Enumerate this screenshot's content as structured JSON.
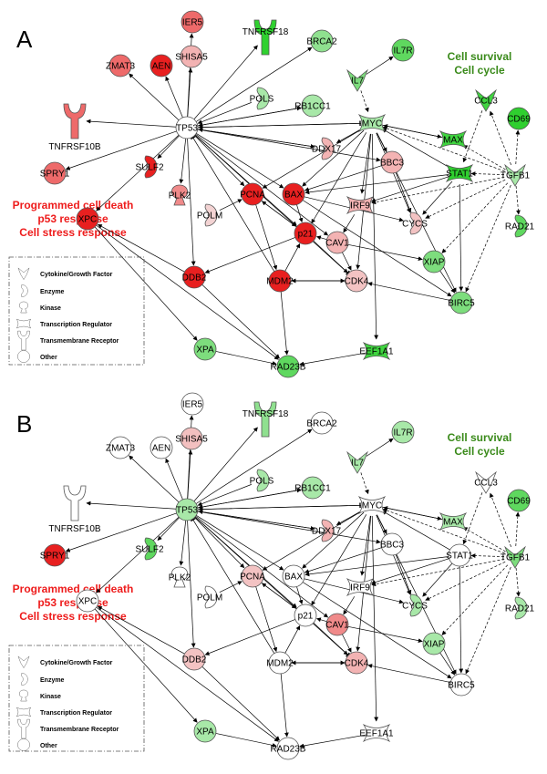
{
  "panels": [
    {
      "letter": "A",
      "titles": {
        "survival": [
          "Cell survival",
          "Cell cycle"
        ],
        "death": [
          "Programmed cell death",
          "p53 response",
          "Cell stress response"
        ]
      },
      "legend": [
        "Cytokine/Growth Factor",
        "Enzyme",
        "Kinase",
        "Transcription Regulator",
        "Transmembrane Receptor",
        "Other"
      ],
      "nodes": [
        {
          "id": "IER5",
          "label": "IER5",
          "shape": "circle",
          "color": "#ee6a6a"
        },
        {
          "id": "SHISA5",
          "label": "SHISA5",
          "shape": "circle",
          "color": "#f3b3b3"
        },
        {
          "id": "TNFRSF18",
          "label": "TNFRSF18",
          "shape": "receptor",
          "color": "#2fd12f"
        },
        {
          "id": "BRCA2",
          "label": "BRCA2",
          "shape": "circle",
          "color": "#8fe08f"
        },
        {
          "id": "IL7R",
          "label": "IL7R",
          "shape": "circle",
          "color": "#5fd85f"
        },
        {
          "id": "ZMAT3",
          "label": "ZMAT3",
          "shape": "circle",
          "color": "#ee6a6a"
        },
        {
          "id": "AEN",
          "label": "AEN",
          "shape": "circle",
          "color": "#e82020"
        },
        {
          "id": "IL7",
          "label": "IL7",
          "shape": "cytokine",
          "color": "#7ddd7d"
        },
        {
          "id": "POLS",
          "label": "POLS",
          "shape": "enzyme",
          "color": "#a8e8a8"
        },
        {
          "id": "RB1CC1",
          "label": "RB1CC1",
          "shape": "circle",
          "color": "#a8e8a8"
        },
        {
          "id": "CCL3",
          "label": "CCL3",
          "shape": "cytokine",
          "color": "#3fd43f"
        },
        {
          "id": "CD69",
          "label": "CD69",
          "shape": "circle",
          "color": "#2fcf2f"
        },
        {
          "id": "TNFRSF10B",
          "label": "TNFRSF10B",
          "shape": "receptor",
          "color": "#ee6a6a"
        },
        {
          "id": "TP53",
          "label": "TP53",
          "shape": "circle",
          "color": "#ffffff"
        },
        {
          "id": "MYC",
          "label": "MYC",
          "shape": "tr",
          "color": "#a8e8a8"
        },
        {
          "id": "DDX17",
          "label": "DDX17",
          "shape": "enzyme",
          "color": "#f3b3b3"
        },
        {
          "id": "MAX",
          "label": "MAX",
          "shape": "tr",
          "color": "#3fd43f"
        },
        {
          "id": "SPRY1",
          "label": "SPRY1",
          "shape": "circle",
          "color": "#ee6a6a"
        },
        {
          "id": "SULF2",
          "label": "SULF2",
          "shape": "enzyme",
          "color": "#e82020"
        },
        {
          "id": "BBC3",
          "label": "BBC3",
          "shape": "circle",
          "color": "#f3b3b3"
        },
        {
          "id": "STAT1",
          "label": "STAT1",
          "shape": "tr",
          "color": "#2fcf2f"
        },
        {
          "id": "TGFB1",
          "label": "TGFB1",
          "shape": "cytokine",
          "color": "#a8e8a8"
        },
        {
          "id": "PLK2",
          "label": "PLK2",
          "shape": "kinase",
          "color": "#f08a8a"
        },
        {
          "id": "PCNA",
          "label": "PCNA",
          "shape": "circle",
          "color": "#e82020"
        },
        {
          "id": "BAX",
          "label": "BAX",
          "shape": "circle",
          "color": "#e82020"
        },
        {
          "id": "IRF9",
          "label": "IRF9",
          "shape": "tr",
          "color": "#f3b3b3"
        },
        {
          "id": "CYCS",
          "label": "CYCS",
          "shape": "enzyme",
          "color": "#f3c3c3"
        },
        {
          "id": "XPC",
          "label": "XPC",
          "shape": "circle",
          "color": "#e82020"
        },
        {
          "id": "POLM",
          "label": "POLM",
          "shape": "enzyme",
          "color": "#f3d3d3"
        },
        {
          "id": "p21",
          "label": "p21",
          "shape": "circle",
          "color": "#e82020"
        },
        {
          "id": "CAV1",
          "label": "CAV1",
          "shape": "circle",
          "color": "#f3b3b3"
        },
        {
          "id": "RAD21",
          "label": "RAD21",
          "shape": "enzyme",
          "color": "#5fd85f"
        },
        {
          "id": "XIAP",
          "label": "XIAP",
          "shape": "circle",
          "color": "#7ddd7d"
        },
        {
          "id": "DDB2",
          "label": "DDB2",
          "shape": "circle",
          "color": "#e82020"
        },
        {
          "id": "MDM2",
          "label": "MDM2",
          "shape": "circle",
          "color": "#e82020"
        },
        {
          "id": "CDK4",
          "label": "CDK4",
          "shape": "circle",
          "color": "#f3c3c3"
        },
        {
          "id": "BIRC5",
          "label": "BIRC5",
          "shape": "circle",
          "color": "#7ddd7d"
        },
        {
          "id": "XPA",
          "label": "XPA",
          "shape": "circle",
          "color": "#7ddd7d"
        },
        {
          "id": "EEF1A1",
          "label": "EEF1A1",
          "shape": "tr",
          "color": "#3fd43f"
        },
        {
          "id": "RAD23B",
          "label": "RAD23B",
          "shape": "circle",
          "color": "#5fd85f"
        }
      ]
    },
    {
      "letter": "B",
      "titles": {
        "survival": [
          "Cell survival",
          "Cell cycle"
        ],
        "death": [
          "Programmed cell death",
          "p53 response",
          "Cell stress response"
        ]
      },
      "legend": [
        "Cytokine/Growth Factor",
        "Enzyme",
        "Kinase",
        "Transcription Regulator",
        "Transmembrane Receptor",
        "Other"
      ],
      "nodes": [
        {
          "id": "IER5",
          "label": "IER5",
          "shape": "circle",
          "color": "#ffffff"
        },
        {
          "id": "SHISA5",
          "label": "SHISA5",
          "shape": "circle",
          "color": "#f3c0c0"
        },
        {
          "id": "TNFRSF18",
          "label": "TNFRSF18",
          "shape": "receptor",
          "color": "#8fe08f"
        },
        {
          "id": "BRCA2",
          "label": "BRCA2",
          "shape": "circle",
          "color": "#ffffff"
        },
        {
          "id": "IL7R",
          "label": "IL7R",
          "shape": "circle",
          "color": "#a8e8a8"
        },
        {
          "id": "ZMAT3",
          "label": "ZMAT3",
          "shape": "circle",
          "color": "#ffffff"
        },
        {
          "id": "AEN",
          "label": "AEN",
          "shape": "circle",
          "color": "#ffffff"
        },
        {
          "id": "IL7",
          "label": "IL7",
          "shape": "cytokine",
          "color": "#a8e8a8"
        },
        {
          "id": "POLS",
          "label": "POLS",
          "shape": "enzyme",
          "color": "#a8e8a8"
        },
        {
          "id": "RB1CC1",
          "label": "RB1CC1",
          "shape": "circle",
          "color": "#a8e8a8"
        },
        {
          "id": "CCL3",
          "label": "CCL3",
          "shape": "cytokine",
          "color": "#ffffff"
        },
        {
          "id": "CD69",
          "label": "CD69",
          "shape": "circle",
          "color": "#5fd85f"
        },
        {
          "id": "TNFRSF10B",
          "label": "TNFRSF10B",
          "shape": "receptor",
          "color": "#ffffff"
        },
        {
          "id": "TP53",
          "label": "TP53",
          "shape": "circle",
          "color": "#a8e8a8"
        },
        {
          "id": "MYC",
          "label": "MYC",
          "shape": "tr",
          "color": "#ffffff"
        },
        {
          "id": "DDX17",
          "label": "DDX17",
          "shape": "enzyme",
          "color": "#f3b3b3"
        },
        {
          "id": "MAX",
          "label": "MAX",
          "shape": "tr",
          "color": "#a8e8a8"
        },
        {
          "id": "SPRY1",
          "label": "SPRY1",
          "shape": "circle",
          "color": "#e82020"
        },
        {
          "id": "SULF2",
          "label": "SULF2",
          "shape": "enzyme",
          "color": "#5fd85f"
        },
        {
          "id": "BBC3",
          "label": "BBC3",
          "shape": "circle",
          "color": "#ffffff"
        },
        {
          "id": "STAT1",
          "label": "STAT1",
          "shape": "circle",
          "color": "#ffffff"
        },
        {
          "id": "TGFB1",
          "label": "TGFB1",
          "shape": "cytokine",
          "color": "#7ddd7d"
        },
        {
          "id": "PLK2",
          "label": "PLK2",
          "shape": "kinase",
          "color": "#ffffff"
        },
        {
          "id": "PCNA",
          "label": "PCNA",
          "shape": "circle",
          "color": "#f3c3c3"
        },
        {
          "id": "BAX",
          "label": "BAX",
          "shape": "circle",
          "color": "#ffffff"
        },
        {
          "id": "IRF9",
          "label": "IRF9",
          "shape": "tr",
          "color": "#ffffff"
        },
        {
          "id": "CYCS",
          "label": "CYCS",
          "shape": "enzyme",
          "color": "#a8e8a8"
        },
        {
          "id": "XPC",
          "label": "XPC",
          "shape": "circle",
          "color": "#ffffff"
        },
        {
          "id": "POLM",
          "label": "POLM",
          "shape": "enzyme",
          "color": "#ffffff"
        },
        {
          "id": "p21",
          "label": "p21",
          "shape": "circle",
          "color": "#ffffff"
        },
        {
          "id": "CAV1",
          "label": "CAV1",
          "shape": "circle",
          "color": "#f08a8a"
        },
        {
          "id": "RAD21",
          "label": "RAD21",
          "shape": "enzyme",
          "color": "#a8e8a8"
        },
        {
          "id": "XIAP",
          "label": "XIAP",
          "shape": "circle",
          "color": "#a8e8a8"
        },
        {
          "id": "DDB2",
          "label": "DDB2",
          "shape": "circle",
          "color": "#f3c3c3"
        },
        {
          "id": "MDM2",
          "label": "MDM2",
          "shape": "circle",
          "color": "#ffffff"
        },
        {
          "id": "CDK4",
          "label": "CDK4",
          "shape": "circle",
          "color": "#f3b3b3"
        },
        {
          "id": "BIRC5",
          "label": "BIRC5",
          "shape": "circle",
          "color": "#ffffff"
        },
        {
          "id": "XPA",
          "label": "XPA",
          "shape": "circle",
          "color": "#a8e8a8"
        },
        {
          "id": "EEF1A1",
          "label": "EEF1A1",
          "shape": "tr",
          "color": "#ffffff"
        },
        {
          "id": "RAD23B",
          "label": "RAD23B",
          "shape": "circle",
          "color": "#ffffff"
        }
      ]
    }
  ],
  "edges": [
    [
      "TP53",
      "IER5",
      "arrow",
      "solid"
    ],
    [
      "TP53",
      "SHISA5",
      "arrow",
      "solid"
    ],
    [
      "TP53",
      "TNFRSF18",
      "arrow",
      "solid"
    ],
    [
      "TP53",
      "ZMAT3",
      "arrow",
      "solid"
    ],
    [
      "TP53",
      "AEN",
      "arrow",
      "solid"
    ],
    [
      "TP53",
      "TNFRSF10B",
      "arrow",
      "solid"
    ],
    [
      "TP53",
      "SPRY1",
      "arrow",
      "solid"
    ],
    [
      "TP53",
      "SULF2",
      "arrow",
      "solid"
    ],
    [
      "TP53",
      "PLK2",
      "arrow",
      "solid"
    ],
    [
      "TP53",
      "XPC",
      "arrow",
      "solid"
    ],
    [
      "TP53",
      "DDB2",
      "arrow",
      "solid"
    ],
    [
      "TP53",
      "PCNA",
      "arrow",
      "solid"
    ],
    [
      "TP53",
      "BAX",
      "arrow",
      "solid"
    ],
    [
      "TP53",
      "MYC",
      "inhibit",
      "solid"
    ],
    [
      "TP53",
      "RB1CC1",
      "arrow",
      "solid"
    ],
    [
      "TP53",
      "BBC3",
      "arrow",
      "solid"
    ],
    [
      "TP53",
      "DDX17",
      "arrow",
      "solid"
    ],
    [
      "TP53",
      "CAV1",
      "arrow",
      "solid"
    ],
    [
      "TP53",
      "p21",
      "arrow",
      "solid"
    ],
    [
      "TP53",
      "BRCA2",
      "arrow",
      "solid"
    ],
    [
      "TP53",
      "CDK4",
      "arrow",
      "solid"
    ],
    [
      "POLS",
      "TP53",
      "arrow",
      "solid"
    ],
    [
      "RB1CC1",
      "TP53",
      "arrow",
      "solid"
    ],
    [
      "DDX17",
      "TP53",
      "arrow",
      "solid"
    ],
    [
      "MYC",
      "TP53",
      "arrow",
      "solid"
    ],
    [
      "MYC",
      "PCNA",
      "arrow",
      "solid"
    ],
    [
      "MYC",
      "BAX",
      "arrow",
      "solid"
    ],
    [
      "MYC",
      "p21",
      "arrow",
      "solid"
    ],
    [
      "MYC",
      "CDK4",
      "arrow",
      "solid"
    ],
    [
      "MYC",
      "IRF9",
      "arrow",
      "solid"
    ],
    [
      "MYC",
      "CYCS",
      "arrow",
      "solid"
    ],
    [
      "MYC",
      "DDX17",
      "arrow",
      "solid"
    ],
    [
      "MYC",
      "MAX",
      "arrow",
      "solid"
    ],
    [
      "MYC",
      "BBC3",
      "arrow",
      "solid"
    ],
    [
      "MYC",
      "EEF1A1",
      "arrow",
      "solid"
    ],
    [
      "MYC",
      "BIRC5",
      "arrow",
      "solid"
    ],
    [
      "MAX",
      "MYC",
      "arrow",
      "solid"
    ],
    [
      "STAT1",
      "MYC",
      "arrow",
      "solid"
    ],
    [
      "STAT1",
      "IRF9",
      "arrow",
      "solid"
    ],
    [
      "STAT1",
      "CYCS",
      "arrow",
      "solid"
    ],
    [
      "STAT1",
      "BAX",
      "arrow",
      "solid"
    ],
    [
      "STAT1",
      "BIRC5",
      "arrow",
      "solid"
    ],
    [
      "IL7",
      "MYC",
      "arrow",
      "dashed"
    ],
    [
      "IL7",
      "IL7R",
      "arrow",
      "solid"
    ],
    [
      "TGFB1",
      "MYC",
      "arrow",
      "dashed"
    ],
    [
      "TGFB1",
      "MAX",
      "arrow",
      "dashed"
    ],
    [
      "TGFB1",
      "STAT1",
      "arrow",
      "dashed"
    ],
    [
      "TGFB1",
      "CCL3",
      "arrow",
      "dashed"
    ],
    [
      "TGFB1",
      "CD69",
      "arrow",
      "dashed"
    ],
    [
      "TGFB1",
      "RAD21",
      "arrow",
      "dashed"
    ],
    [
      "TGFB1",
      "XIAP",
      "arrow",
      "dashed"
    ],
    [
      "TGFB1",
      "BIRC5",
      "arrow",
      "dashed"
    ],
    [
      "TGFB1",
      "CYCS",
      "arrow",
      "dashed"
    ],
    [
      "TGFB1",
      "IRF9",
      "arrow",
      "dashed"
    ],
    [
      "CCL3",
      "STAT1",
      "arrow",
      "dashed"
    ],
    [
      "BBC3",
      "BAX",
      "arrow",
      "solid"
    ],
    [
      "BBC3",
      "CYCS",
      "arrow",
      "solid"
    ],
    [
      "BAX",
      "CYCS",
      "arrow",
      "solid"
    ],
    [
      "BAX",
      "p21",
      "arrow",
      "solid"
    ],
    [
      "IRF9",
      "CAV1",
      "arrow",
      "solid"
    ],
    [
      "CAV1",
      "p21",
      "arrow",
      "solid"
    ],
    [
      "CAV1",
      "CDK4",
      "arrow",
      "solid"
    ],
    [
      "CAV1",
      "XIAP",
      "arrow",
      "solid"
    ],
    [
      "p21",
      "PCNA",
      "arrow",
      "solid"
    ],
    [
      "p21",
      "CDK4",
      "inhibit",
      "solid"
    ],
    [
      "p21",
      "DDB2",
      "arrow",
      "solid"
    ],
    [
      "MDM2",
      "TP53",
      "inhibit",
      "solid"
    ],
    [
      "MDM2",
      "p21",
      "arrow",
      "solid"
    ],
    [
      "MDM2",
      "RAD23B",
      "arrow",
      "solid"
    ],
    [
      "MDM2",
      "CDK4",
      "arrow",
      "solid"
    ],
    [
      "PCNA",
      "p21",
      "arrow",
      "solid"
    ],
    [
      "PCNA",
      "MDM2",
      "arrow",
      "solid"
    ],
    [
      "DDB2",
      "RAD23B",
      "arrow",
      "solid"
    ],
    [
      "XPC",
      "RAD23B",
      "arrow",
      "solid"
    ],
    [
      "XPC",
      "XPA",
      "arrow",
      "solid"
    ],
    [
      "XPA",
      "RAD23B",
      "arrow",
      "solid"
    ],
    [
      "EEF1A1",
      "RAD23B",
      "arrow",
      "solid"
    ],
    [
      "CDK4",
      "MDM2",
      "arrow",
      "solid"
    ],
    [
      "BIRC5",
      "CDK4",
      "arrow",
      "solid"
    ],
    [
      "XIAP",
      "BIRC5",
      "arrow",
      "solid"
    ],
    [
      "DDB2",
      "XPC",
      "arrow",
      "solid"
    ],
    [
      "POLM",
      "PCNA",
      "arrow",
      "solid"
    ],
    [
      "BAX",
      "BIRC5",
      "arrow",
      "solid"
    ]
  ]
}
